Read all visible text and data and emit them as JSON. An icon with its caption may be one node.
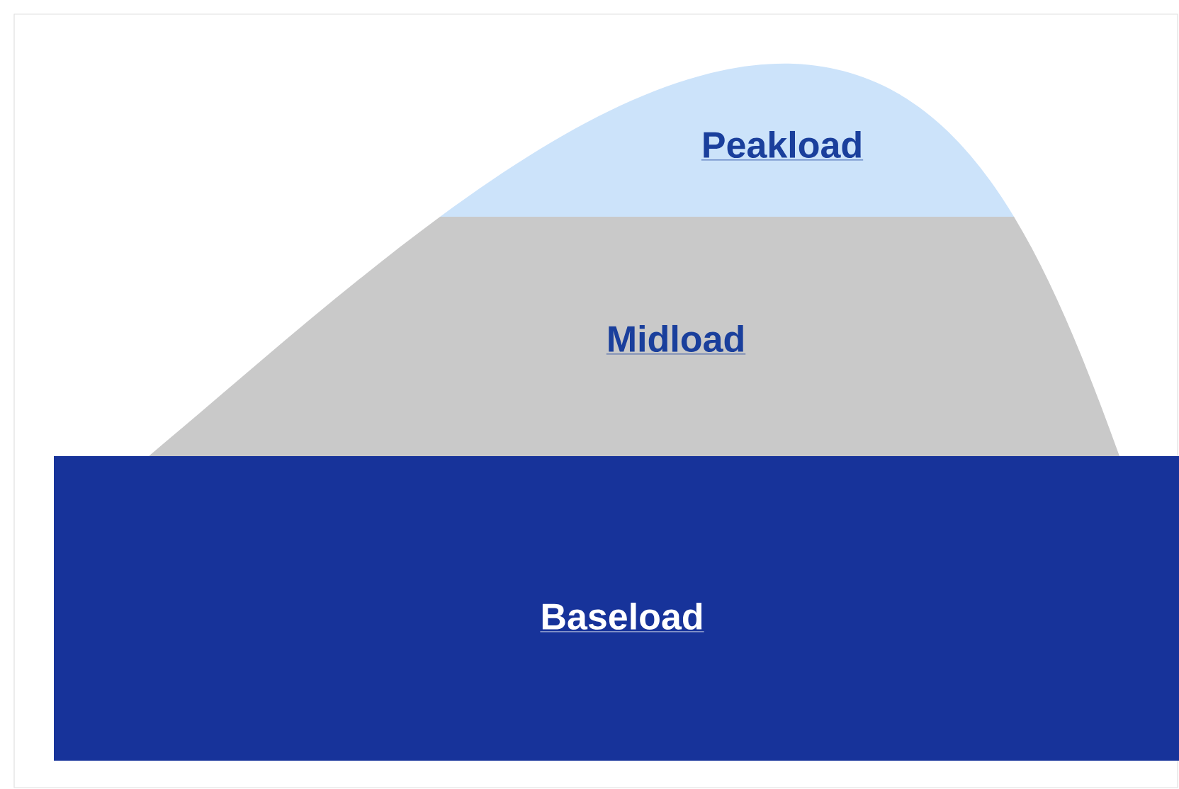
{
  "diagram": {
    "nodes": [
      {
        "text": [
          "Peakload"
        ]
      },
      {
        "text": [
          "Midload"
        ]
      },
      {
        "text": [
          "Baseload"
        ]
      }
    ]
  }
}
